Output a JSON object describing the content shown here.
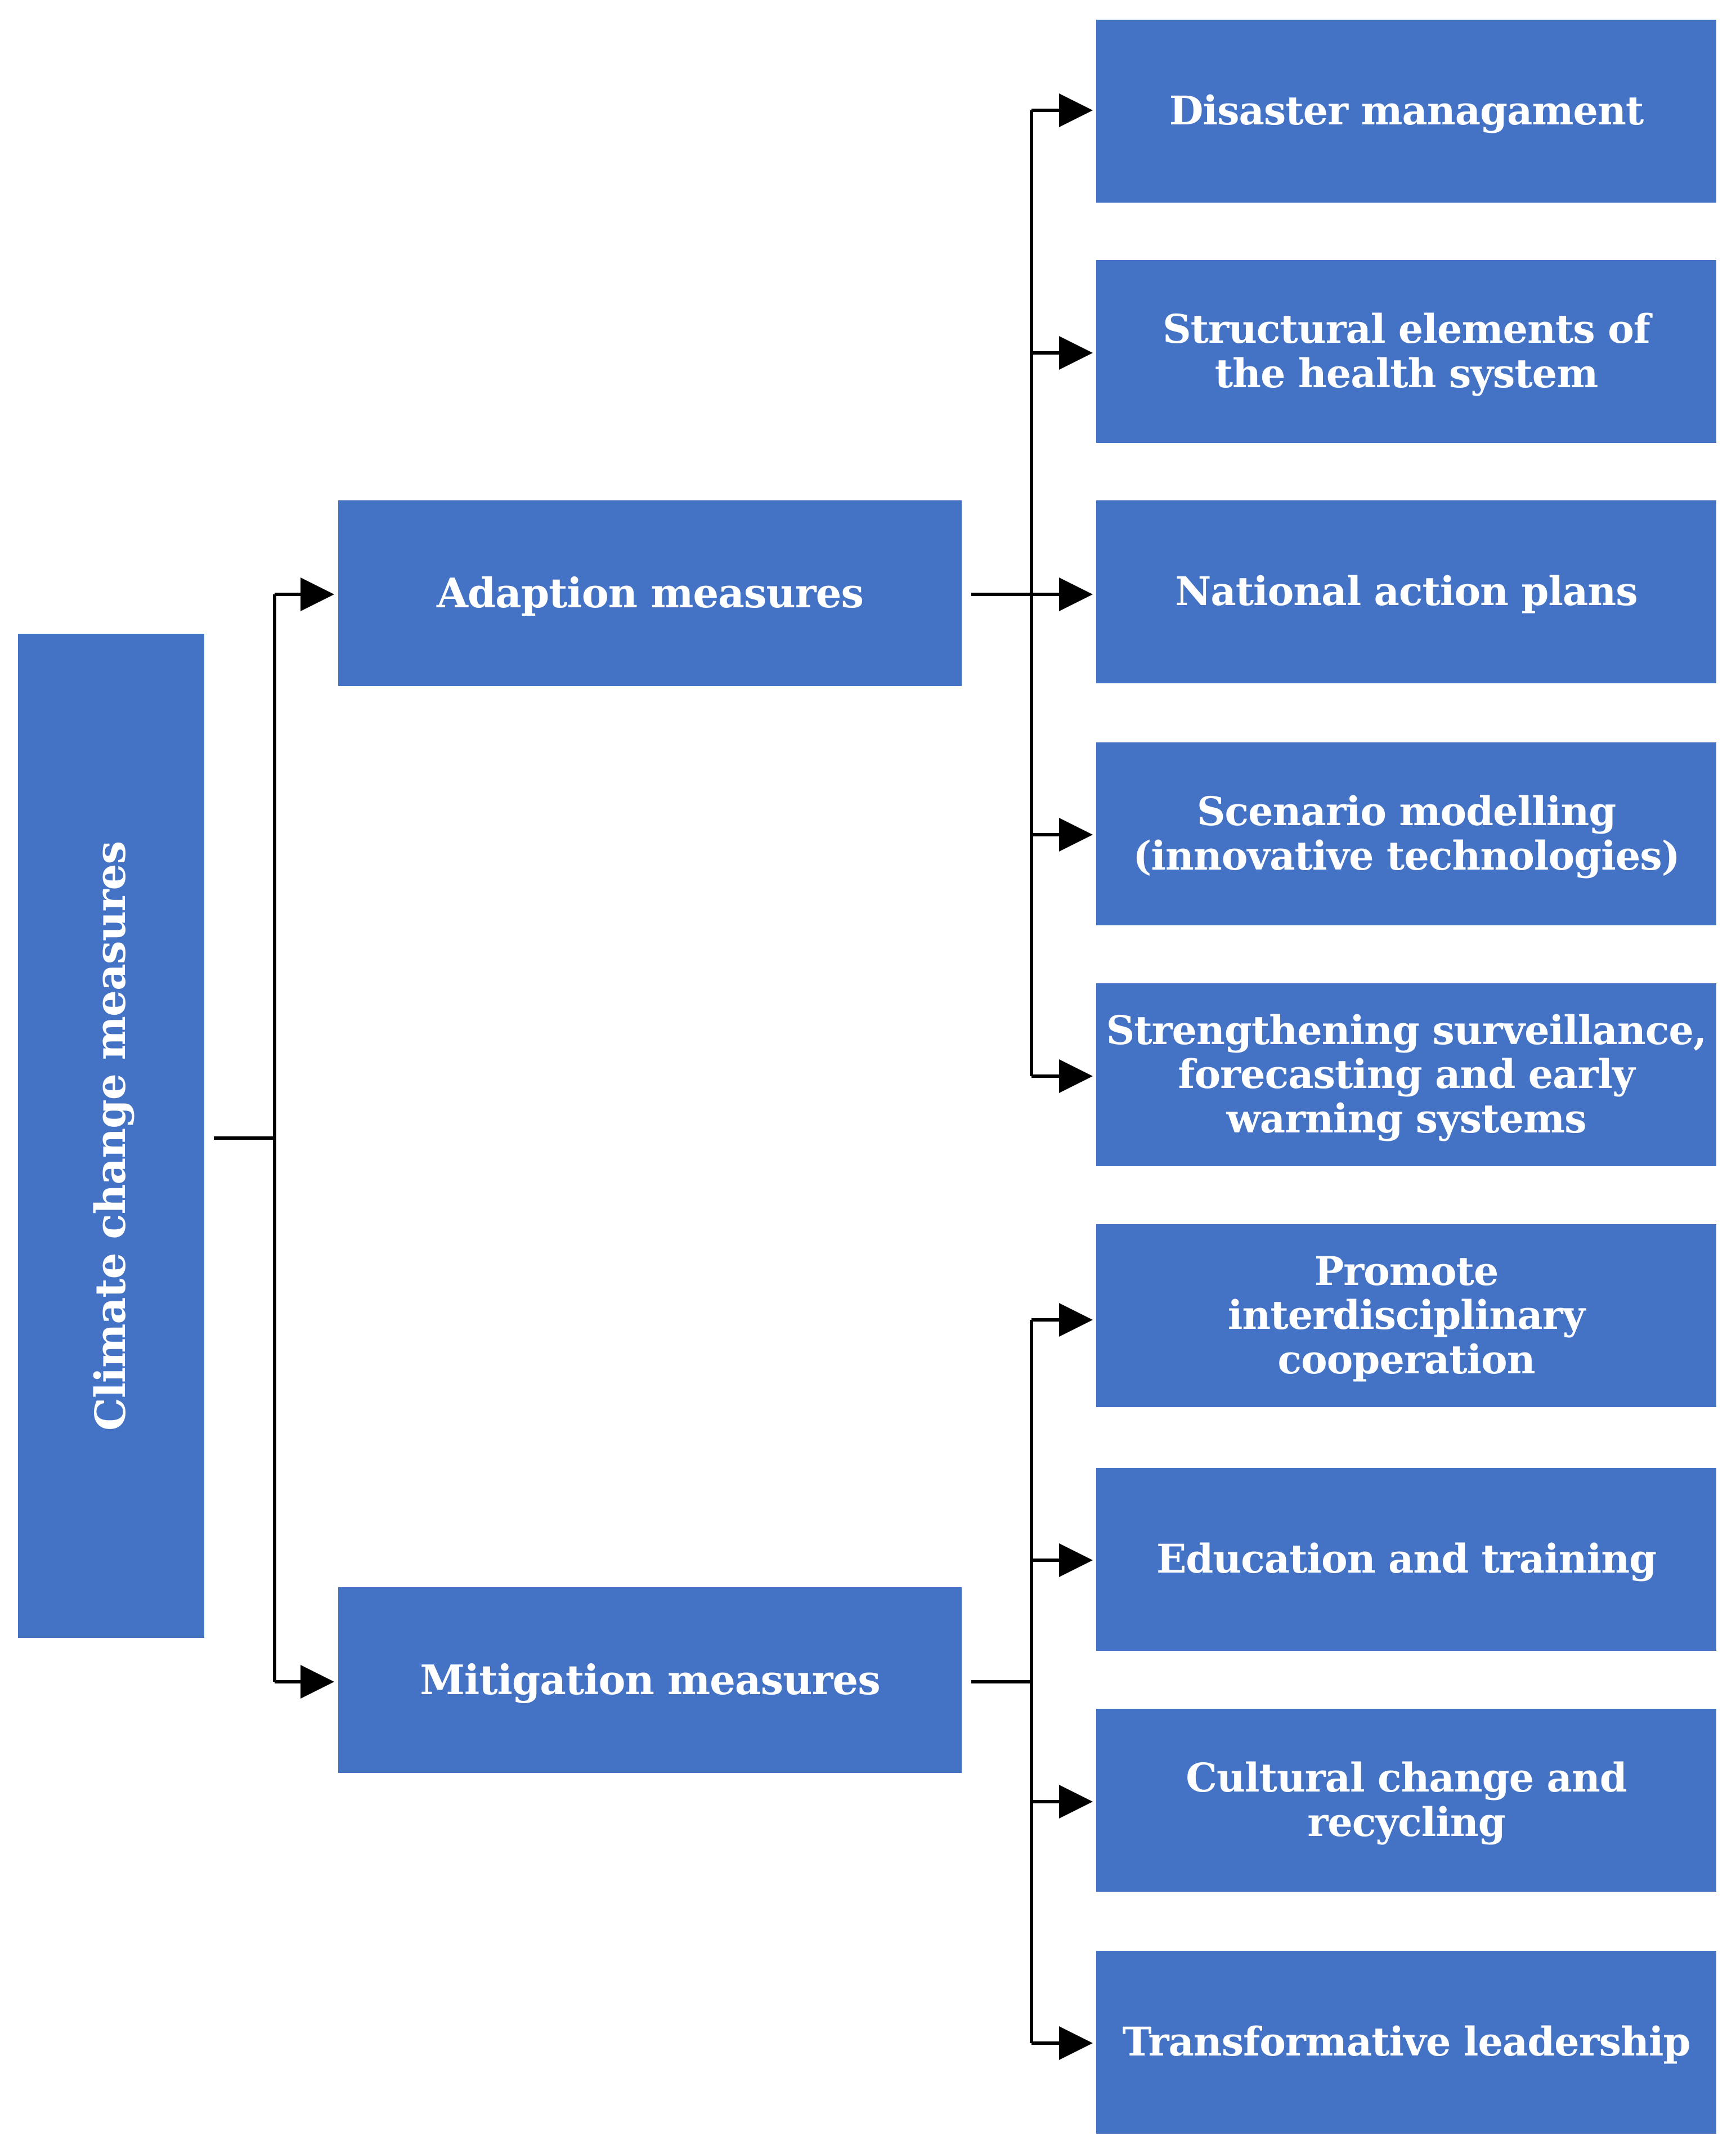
{
  "diagram": {
    "colors": {
      "box_fill": "#4472c4",
      "box_text": "#ffffff",
      "connector": "#000000"
    },
    "root": {
      "label": "Climate change measures"
    },
    "branches": [
      {
        "label": "Adaption measures",
        "children": [
          "Disaster managament",
          "Structural elements of the health system",
          "National action plans",
          "Scenario modelling (innovative technologies)",
          "Strengthening surveillance, forecasting and early warning systems"
        ]
      },
      {
        "label": "Mitigation measures",
        "children": [
          "Promote interdisciplinary cooperation",
          "Education and training",
          "Cultural change and recycling",
          "Transformative leadership"
        ]
      }
    ]
  }
}
